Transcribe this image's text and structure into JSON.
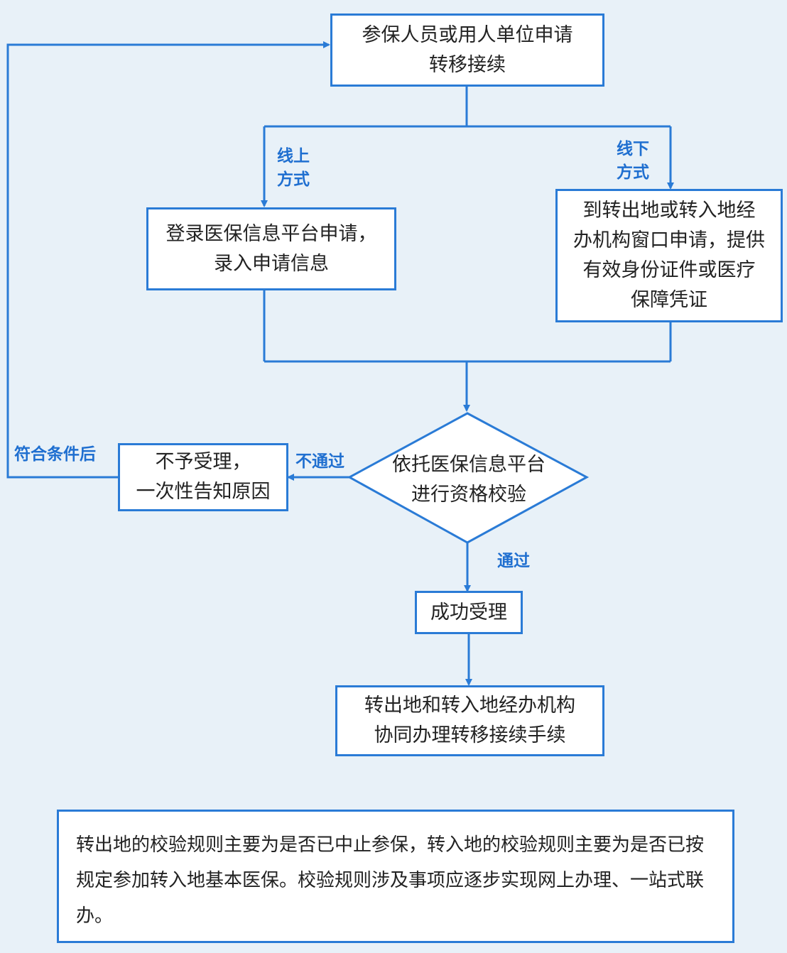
{
  "colors": {
    "accent": "#2a7bd6",
    "label": "#1f6fd0",
    "background": "#e8f1f8",
    "box": "#ffffff"
  },
  "nodes": {
    "apply": [
      "参保人员或用人单位申请",
      "转移接续"
    ],
    "online_apply": [
      "登录医保信息平台申请，",
      "录入申请信息"
    ],
    "offline_apply": [
      "到转出地或转入地经",
      "办机构窗口申请，提供",
      "有效身份证件或医疗",
      "保障凭证"
    ],
    "verify": [
      "依托医保信息平台",
      "进行资格校验"
    ],
    "reject": [
      "不予受理，",
      "一次性告知原因"
    ],
    "accept": [
      "成功受理"
    ],
    "transfer": [
      "转出地和转入地经办机构",
      "协同办理转移接续手续"
    ]
  },
  "edge_labels": {
    "online": [
      "线上",
      "方式"
    ],
    "offline": [
      "线下",
      "方式"
    ],
    "fail": "不通过",
    "pass": "通过",
    "retry": "符合条件后"
  },
  "note": "转出地的校验规则主要为是否已中止参保，转入地的校验规则主要为是否已按规定参加转入地基本医保。校验规则涉及事项应逐步实现网上办理、一站式联办。"
}
